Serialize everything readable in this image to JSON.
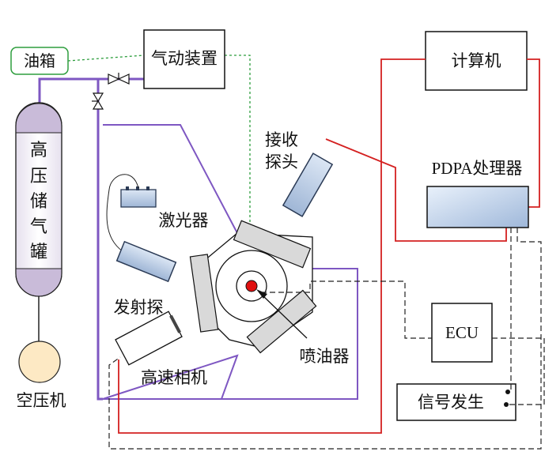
{
  "labels": {
    "oil_tank": "油箱",
    "pneumatic": "气动装置",
    "computer": "计算机",
    "hp_tank_chars": [
      "高",
      "压",
      "储",
      "气",
      "罐"
    ],
    "compressor": "空压机",
    "receiver": [
      "接收",
      "探头"
    ],
    "processor": "PDPA处理器",
    "laser": "激光器",
    "transmitter": "发射探",
    "camera": "高速相机",
    "injector": "喷油器",
    "ecu": "ECU",
    "signal": "信号发生"
  },
  "colors": {
    "signal_line": "#d42020",
    "gas_line": "#7e57c2",
    "oil_line": "#2e9e3e",
    "tank_cap": "#c9bbd9",
    "compressor_fill": "#fde9c4",
    "probe_fill": "#b9cde6",
    "probe_stroke": "#2a3a55",
    "nozzle": "#e01010"
  }
}
